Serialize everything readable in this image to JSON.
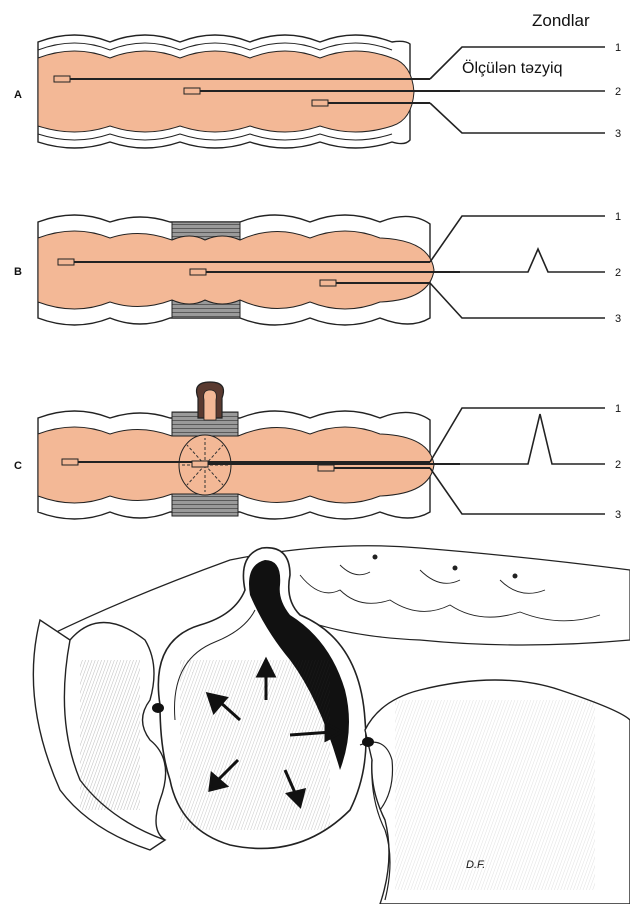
{
  "header": {
    "probes_title": "Zondlar",
    "measured_pressure": "Ölçülən təzyiq"
  },
  "panels": [
    {
      "letter": "A",
      "probes": [
        "1",
        "2",
        "3"
      ]
    },
    {
      "letter": "B",
      "probes": [
        "1",
        "2",
        "3"
      ]
    },
    {
      "letter": "C",
      "probes": [
        "1",
        "2",
        "3"
      ]
    }
  ],
  "illustration": {
    "signature": "D.F."
  },
  "colors": {
    "lumen": "#f3b896",
    "wall": "#ffffff",
    "muscle": "#7a7a7a",
    "ink": "#1a1a1a",
    "background": "#ffffff"
  }
}
